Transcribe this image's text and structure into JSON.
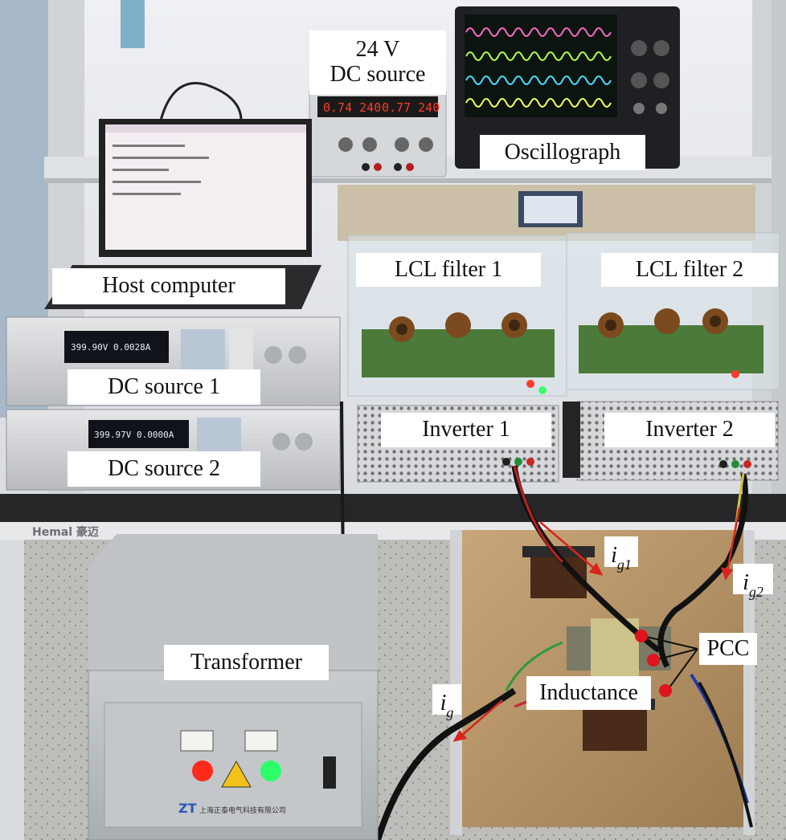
{
  "labels": {
    "dc24": [
      "24 V",
      "DC source"
    ],
    "oscillograph": "Oscillograph",
    "host_computer": "Host computer",
    "lcl1": "LCL filter 1",
    "lcl2": "LCL filter 2",
    "dc1": "DC source 1",
    "dc2": "DC source 2",
    "inv1": "Inverter 1",
    "inv2": "Inverter 2",
    "transformer": "Transformer",
    "pcc": "PCC",
    "inductance": "Inductance"
  },
  "currents": {
    "ig1": {
      "main": "i",
      "sub": "g1"
    },
    "ig2": {
      "main": "i",
      "sub": "g2"
    },
    "ig": {
      "main": "i",
      "sub": "g"
    }
  },
  "displays": {
    "psu24_left": "0.74 240",
    "psu24_right": "0.77 240",
    "dc1_readout": "399.90V  0.0028A",
    "dc2_readout": "399.97V  0.0000A",
    "bench_brand": "Hemal 豪迈",
    "transformer_brand": "ZT",
    "transformer_company": "上海正泰电气科技有限公司"
  },
  "colors": {
    "arrow": "#d7261e",
    "pcc_dot": "#e0141c",
    "wall": "#e9ebee",
    "bench": "#2a2a2c",
    "shelf": "#d9dcdf",
    "chassis": "#cfd2d4",
    "scope_trace_1": "#ff66cc",
    "scope_trace_2": "#b6ff4a",
    "scope_trace_3": "#44e0ff",
    "scope_trace_4": "#f6ff5a",
    "lamp_red": "#ff2a1a",
    "lamp_green": "#2dff6a"
  }
}
